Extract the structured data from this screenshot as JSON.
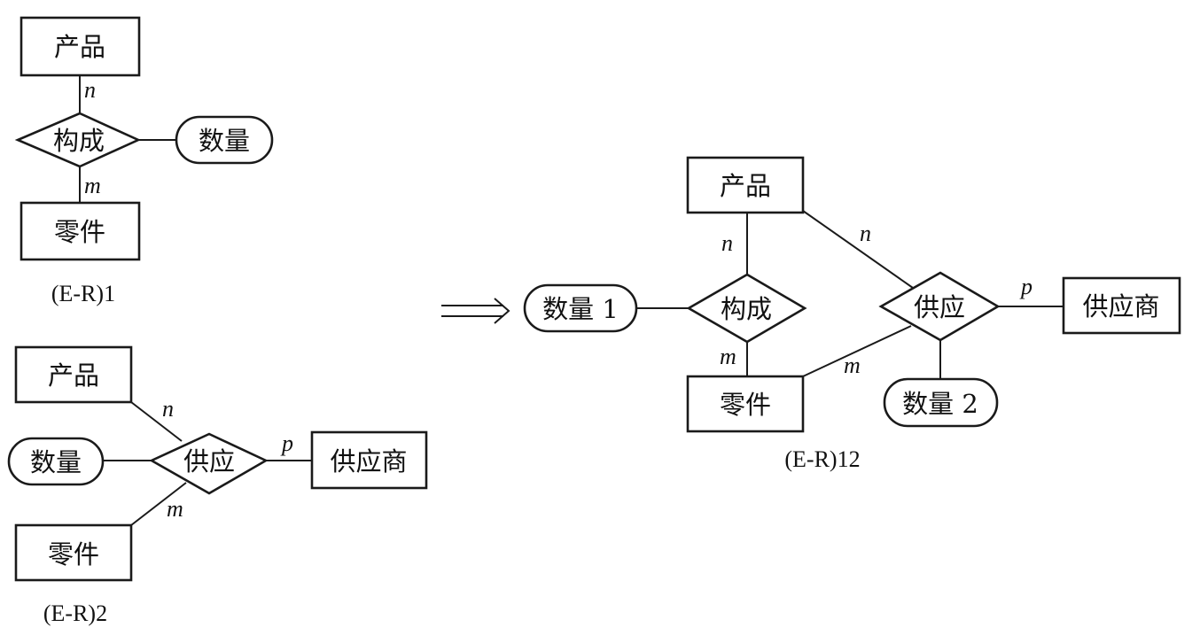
{
  "er1": {
    "product": "产品",
    "relation": "构成",
    "attribute": "数量",
    "part": "零件",
    "card_product": "n",
    "card_part": "m",
    "caption": "(E-R)1"
  },
  "er2": {
    "product": "产品",
    "attribute": "数量",
    "relation": "供应",
    "supplier": "供应商",
    "part": "零件",
    "card_product": "n",
    "card_supplier": "p",
    "card_part": "m",
    "caption": "(E-R)2"
  },
  "merged": {
    "product": "产品",
    "attribute_compose": "数量 1",
    "relation_compose": "构成",
    "relation_supply": "供应",
    "supplier": "供应商",
    "part": "零件",
    "attribute_supply": "数量 2",
    "card_compose_product": "n",
    "card_supply_product": "n",
    "card_supplier": "p",
    "card_compose_part": "m",
    "card_supply_part": "m",
    "caption": "(E-R)12"
  }
}
